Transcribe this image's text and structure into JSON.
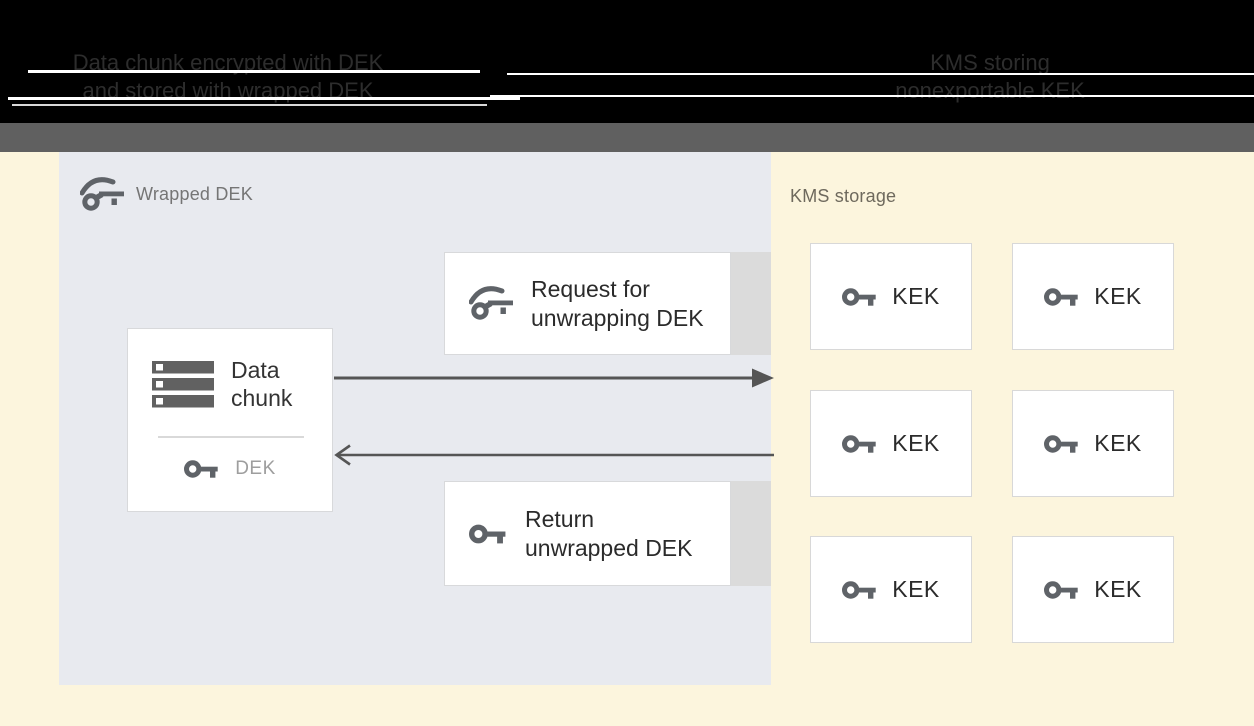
{
  "header": {
    "left_caption": {
      "line1": "Data chunk encrypted with DEK",
      "line2": "and stored with wrapped DEK"
    },
    "right_caption": {
      "line1": "KMS storing",
      "line2": "nonexportable KEK"
    }
  },
  "left_panel": {
    "label": "Wrapped DEK",
    "data_chunk_box": {
      "line1": "Data",
      "line2": "chunk",
      "key_label": "DEK"
    },
    "request_box": {
      "line1": "Request for",
      "line2": "unwrapping DEK"
    },
    "return_box": {
      "line1": "Return",
      "line2": "unwrapped DEK"
    }
  },
  "right_panel": {
    "label": "KMS storage",
    "kek_boxes": [
      {
        "label": "KEK"
      },
      {
        "label": "KEK"
      },
      {
        "label": "KEK"
      },
      {
        "label": "KEK"
      },
      {
        "label": "KEK"
      },
      {
        "label": "KEK"
      }
    ]
  },
  "icons": {
    "wrapped_key": "wrapped-key-icon",
    "key": "key-icon",
    "data_chunk": "server-stack-icon"
  },
  "colors": {
    "page_background": "#FCF5DD",
    "panel_background": "#E8EAEF",
    "header_background": "#000000",
    "band_gray": "#606060",
    "icon_gray": "#5F6368",
    "arrow_gray": "#555555",
    "muted_text": "#9E9E9E"
  }
}
